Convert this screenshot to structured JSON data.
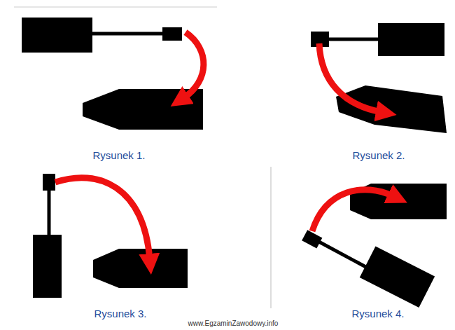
{
  "diagram": {
    "labels": [
      "Rysunek 1.",
      "Rysunek 2.",
      "Rysunek 3.",
      "Rysunek 4.",
      "www.EgzaminZawodowy.info"
    ]
  }
}
